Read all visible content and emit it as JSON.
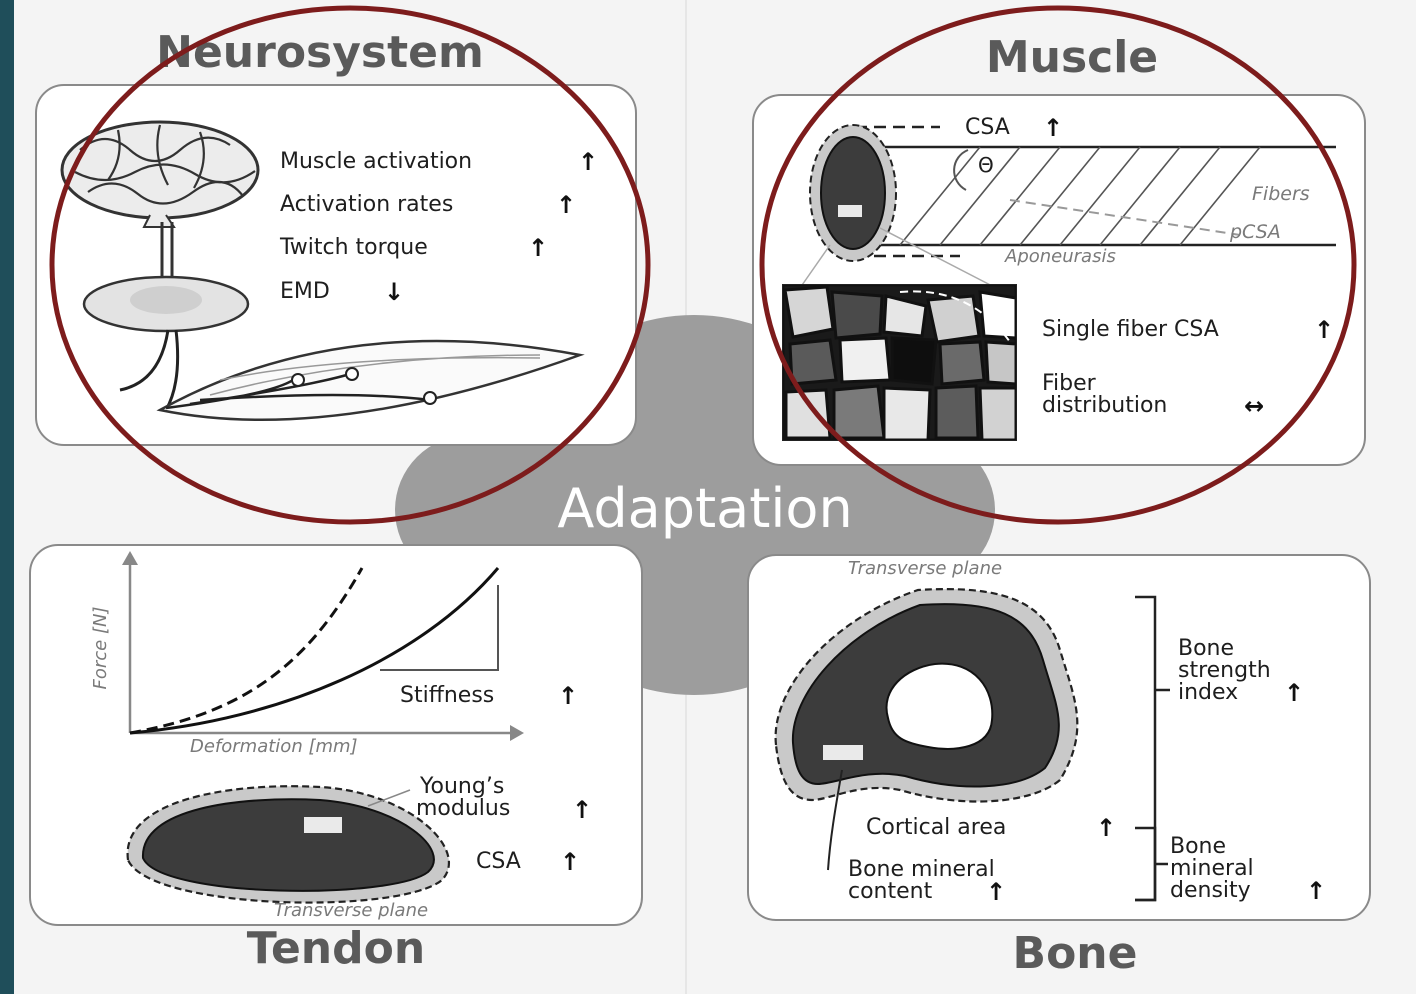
{
  "center": {
    "label": "Adaptation"
  },
  "neurosystem": {
    "title": "Neurosystem",
    "items": [
      {
        "label": "Muscle activation",
        "arrow": "up"
      },
      {
        "label": "Activation rates",
        "arrow": "up"
      },
      {
        "label": "Twitch torque",
        "arrow": "up"
      },
      {
        "label": "EMD",
        "arrow": "down"
      }
    ]
  },
  "muscle": {
    "title": "Muscle",
    "csa_label": "CSA",
    "angle_label": "Θ",
    "fibers_label": "Fibers",
    "pcsa_label": "pCSA",
    "aponeurosis_label": "Aponeurasis",
    "single_fiber_label": "Single fiber CSA",
    "fiber_dist_line1": "Fiber",
    "fiber_dist_line2": "distribution"
  },
  "tendon": {
    "title": "Tendon",
    "y_axis_label": "Force [N]",
    "x_axis_label": "Deformation [mm]",
    "stiffness_label": "Stiffness",
    "youngs_line1": "Young’s",
    "youngs_line2": "modulus",
    "csa_label": "CSA",
    "plane_label": "Transverse plane"
  },
  "bone": {
    "title": "Bone",
    "plane_label": "Transverse plane",
    "strength_line1": "Bone",
    "strength_line2": "strength",
    "strength_line3": "index",
    "cortical_label": "Cortical area",
    "bmc_line1": "Bone mineral",
    "bmc_line2": "content",
    "bmd_line1": "Bone",
    "bmd_line2": "mineral",
    "bmd_line3": "density"
  },
  "arrows": {
    "up": "↑",
    "down": "↓",
    "both": "↔"
  },
  "colors": {
    "slide_background": "#1f4e5a",
    "page_background": "#f4f4f4",
    "highlight_circle": "#7d1c1c",
    "center_blob": "#9d9d9d",
    "dark_tissue": "#3c3c3c",
    "light_tissue": "#c9c9c9"
  }
}
